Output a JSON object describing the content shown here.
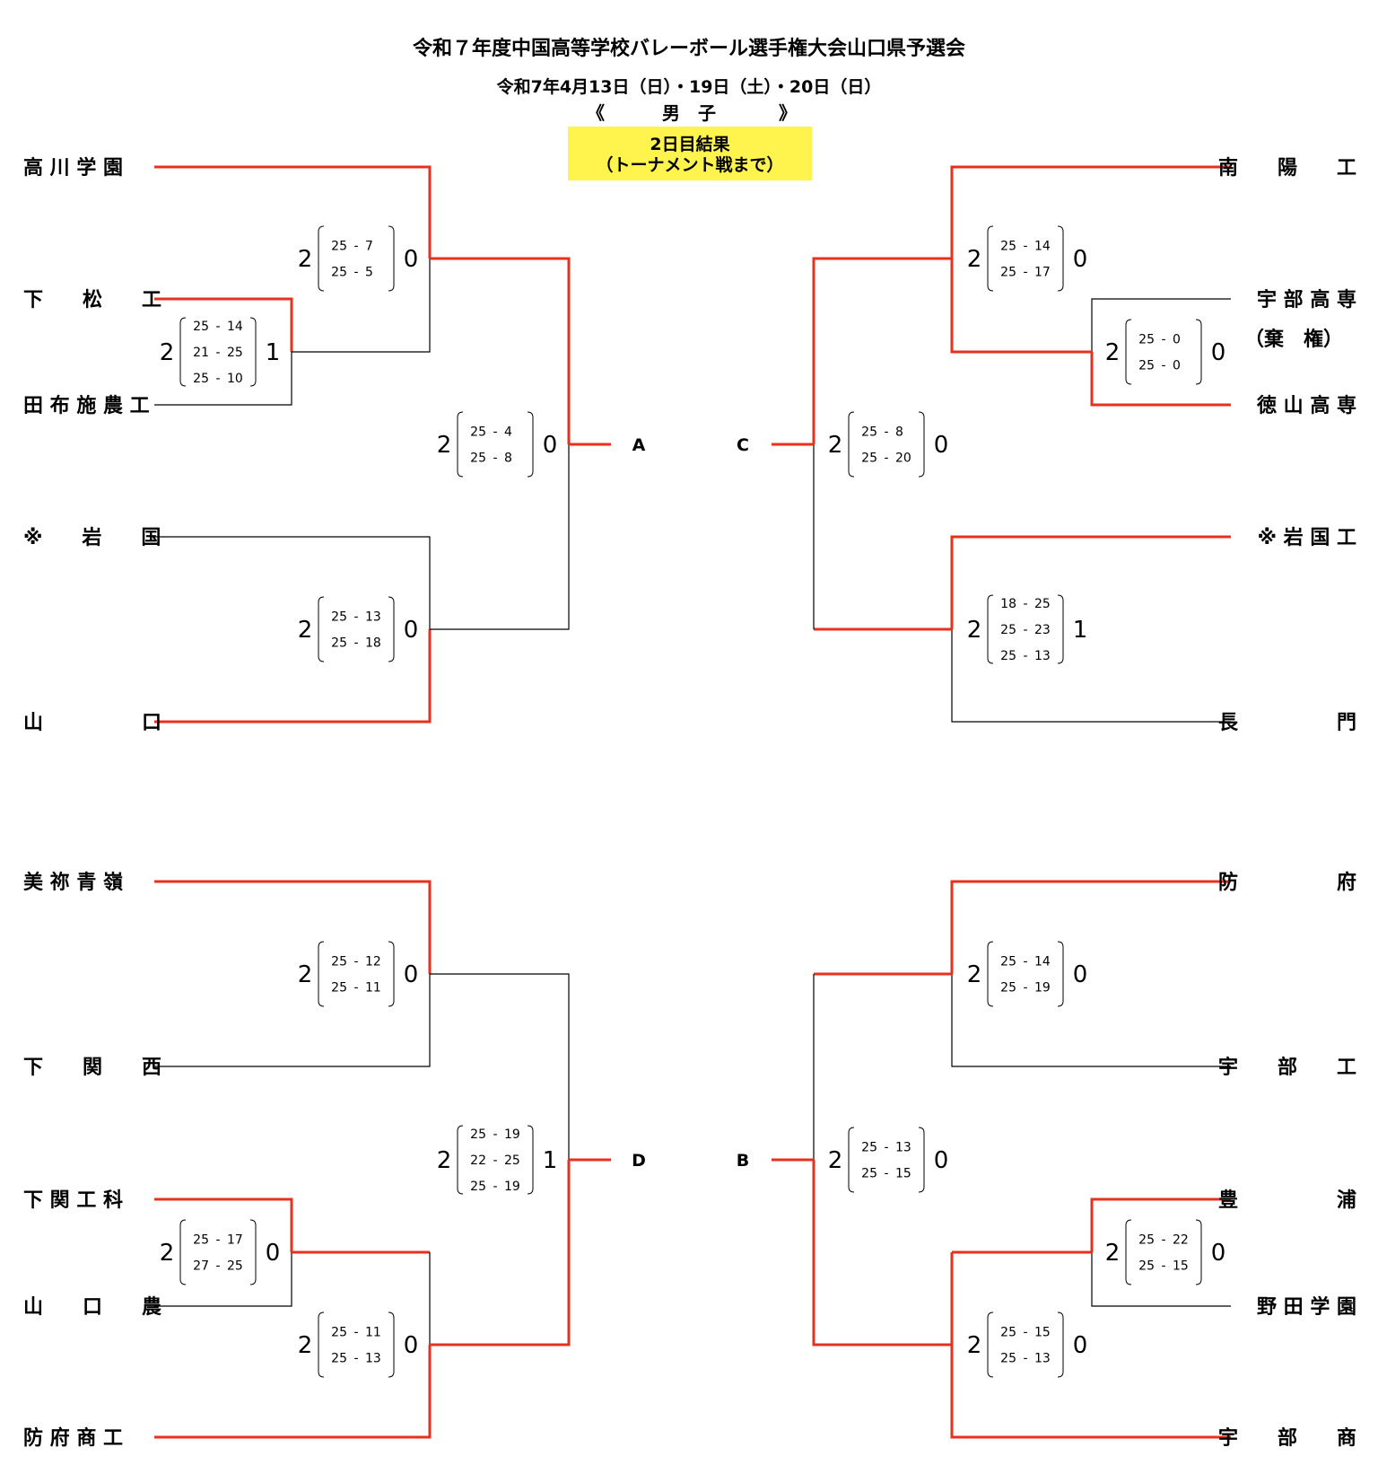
{
  "header": {
    "title": "令和７年度中国高等学校バレーボール選手権大会山口県予選会",
    "dates": "令和7年4月13日（日）・19日（土）・20日（日）",
    "gender_open": "《",
    "gender": "男　子",
    "gender_close": "》",
    "banner_line1": "2日目結果",
    "banner_line2": "（トーナメント戦まで）",
    "banner_color": "#fff34d"
  },
  "colors": {
    "winner_line": "#e8301f",
    "loser_line": "#000000"
  },
  "teams": {
    "left": [
      "高 川 学 園",
      "下　　松　　工",
      "田 布 施 農 工",
      "※　　岩　　国",
      "山　　　　　口",
      "美 祢 青 嶺",
      "下　　関　　西",
      "下 関 工 科",
      "山　　口　　農",
      "防 府 商 工"
    ],
    "right": [
      "南　　陽　　工",
      "宇 部 高 専",
      "（棄　権）",
      "徳 山 高 専",
      "※ 岩 国 工",
      "長　　　　　門",
      "防　　　　　府",
      "宇　　部　　工",
      "豊　　　　　浦",
      "野 田 学 園",
      "宇　　部　　商"
    ]
  },
  "matches": [
    {
      "left": "2",
      "right": "0",
      "sets": [
        [
          "25",
          "7"
        ],
        [
          "25",
          "5"
        ]
      ]
    },
    {
      "left": "2",
      "right": "1",
      "sets": [
        [
          "25",
          "14"
        ],
        [
          "21",
          "25"
        ],
        [
          "25",
          "10"
        ]
      ]
    },
    {
      "left": "2",
      "right": "0",
      "sets": [
        [
          "25",
          "4"
        ],
        [
          "25",
          "8"
        ]
      ]
    },
    {
      "left": "2",
      "right": "0",
      "sets": [
        [
          "25",
          "13"
        ],
        [
          "25",
          "18"
        ]
      ]
    },
    {
      "left": "2",
      "right": "0",
      "sets": [
        [
          "25",
          "14"
        ],
        [
          "25",
          "17"
        ]
      ]
    },
    {
      "left": "2",
      "right": "0",
      "sets": [
        [
          "25",
          "0"
        ],
        [
          "25",
          "0"
        ]
      ]
    },
    {
      "left": "2",
      "right": "0",
      "sets": [
        [
          "25",
          "8"
        ],
        [
          "25",
          "20"
        ]
      ]
    },
    {
      "left": "2",
      "right": "1",
      "sets": [
        [
          "18",
          "25"
        ],
        [
          "25",
          "23"
        ],
        [
          "25",
          "13"
        ]
      ]
    },
    {
      "left": "2",
      "right": "0",
      "sets": [
        [
          "25",
          "12"
        ],
        [
          "25",
          "11"
        ]
      ]
    },
    {
      "left": "2",
      "right": "1",
      "sets": [
        [
          "25",
          "19"
        ],
        [
          "22",
          "25"
        ],
        [
          "25",
          "19"
        ]
      ]
    },
    {
      "left": "2",
      "right": "0",
      "sets": [
        [
          "25",
          "17"
        ],
        [
          "27",
          "25"
        ]
      ]
    },
    {
      "left": "2",
      "right": "0",
      "sets": [
        [
          "25",
          "11"
        ],
        [
          "25",
          "13"
        ]
      ]
    },
    {
      "left": "2",
      "right": "0",
      "sets": [
        [
          "25",
          "14"
        ],
        [
          "25",
          "19"
        ]
      ]
    },
    {
      "left": "2",
      "right": "0",
      "sets": [
        [
          "25",
          "13"
        ],
        [
          "25",
          "15"
        ]
      ]
    },
    {
      "left": "2",
      "right": "0",
      "sets": [
        [
          "25",
          "22"
        ],
        [
          "25",
          "15"
        ]
      ]
    },
    {
      "left": "2",
      "right": "0",
      "sets": [
        [
          "25",
          "15"
        ],
        [
          "25",
          "13"
        ]
      ]
    }
  ],
  "block_labels": [
    "A",
    "C",
    "D",
    "B"
  ]
}
